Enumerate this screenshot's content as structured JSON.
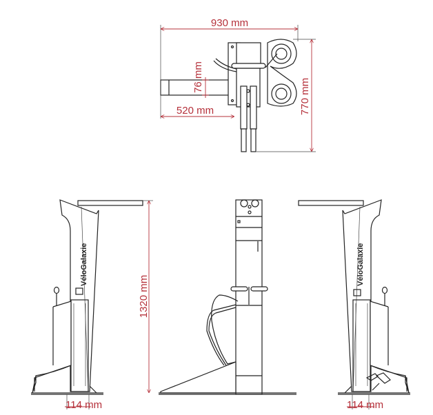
{
  "brand": "VéloGalaxie",
  "colors": {
    "dimension": "#b5303a",
    "drawing": "#222222"
  },
  "top_view": {
    "dimensions": {
      "overall_width": "930 mm",
      "overall_depth": "770 mm",
      "arm_length": "520 mm",
      "arm_width": "76 mm"
    }
  },
  "side_view_left": {
    "dimensions": {
      "height": "1320 mm",
      "column_width": "114 mm"
    }
  },
  "front_view": {},
  "side_view_right": {
    "dimensions": {
      "column_width": "114 mm"
    }
  }
}
